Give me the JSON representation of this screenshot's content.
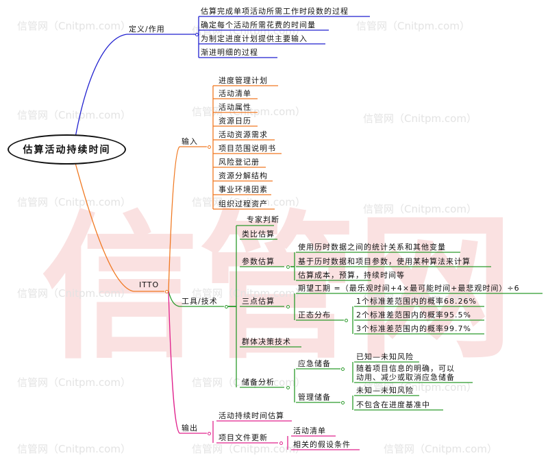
{
  "watermark": {
    "big": "信管网",
    "small": "信管网（Cnitpm.com）"
  },
  "root": "估算活动持续时间",
  "definition": {
    "label": "定义/作用",
    "items": [
      "估算完成单项活动所需工作时段数的过程",
      "确定每个活动所需花费的时间量",
      "为制定进度计划提供主要输入",
      "渐进明细的过程"
    ]
  },
  "itto_label": "ITTO",
  "inputs": {
    "label": "输入",
    "items": [
      "进度管理计划",
      "活动清单",
      "活动属性",
      "资源日历",
      "活动资源需求",
      "项目范围说明书",
      "风险登记册",
      "资源分解结构",
      "事业环境因素",
      "组织过程资产"
    ]
  },
  "tools": {
    "label": "工具/技术",
    "expert": "专家判断",
    "analogous": "类比估算",
    "parametric": {
      "label": "参数估算",
      "items": [
        "使用历时数据之间的统计关系和其他变量",
        "基于历时数据和项目参数，使用某种算法来计算",
        "估算成本，预算，持续时间等"
      ]
    },
    "three_point": {
      "label": "三点估算",
      "formula": "期望工期 =（最乐观时间+4×最可能时间+最悲观时间）÷6",
      "normal": {
        "label": "正态分布",
        "items": [
          "1个标准差范围内的概率68.26%",
          "2个标准差范围内的概率95.5%",
          "3个标准差范围内的概率99.7%"
        ]
      }
    },
    "group": "群体决策技术",
    "reserve": {
      "label": "储备分析",
      "contingency": {
        "label": "应急储备",
        "items": [
          "已知—未知风险",
          "随着项目信息的明确，可以\n动用、减少或取消应急储备"
        ]
      },
      "management": {
        "label": "管理储备",
        "items": [
          "未知—未知风险",
          "不包含在进度基准中"
        ]
      }
    }
  },
  "outputs": {
    "label": "输出",
    "duration": "活动持续时间估算",
    "updates": {
      "label": "项目文件更新",
      "items": [
        "活动清单",
        "相关的假设条件"
      ]
    }
  },
  "colors": {
    "blue": "#1f1fcf",
    "orange": "#f07820",
    "green": "#2a9a2a",
    "pink": "#e0208c"
  }
}
